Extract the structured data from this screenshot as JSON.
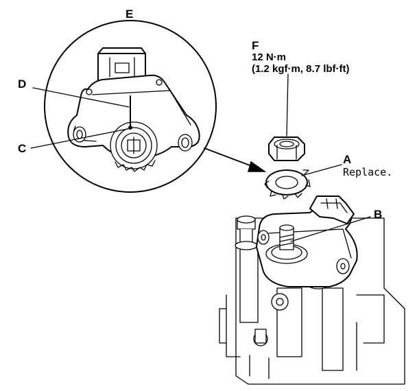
{
  "labels": {
    "a": "A",
    "a_note": "Replace.",
    "b": "B",
    "c": "C",
    "d": "D",
    "e": "E",
    "f": "F",
    "f_torque_line1": "12 N·m",
    "f_torque_line2": "(1.2 kgf·m, 8.7 lbf·ft)"
  },
  "colors": {
    "ink": "#000000",
    "paper": "#ffffff"
  }
}
